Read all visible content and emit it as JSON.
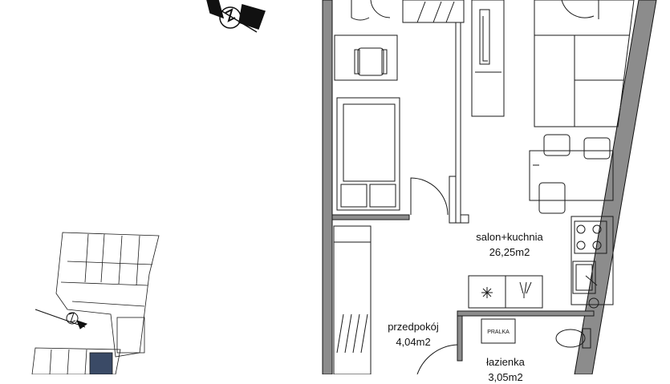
{
  "rooms": {
    "salon": {
      "name": "salon+kuchnia",
      "area": "26,25m2"
    },
    "hall": {
      "name": "przedpokój",
      "area": "4,04m2"
    },
    "bath": {
      "name": "łazienka",
      "area": "3,05m2"
    }
  },
  "appliances": {
    "washer_label": "PRALKA"
  },
  "colors": {
    "wall": "#8c8c8c",
    "line": "#1a1a1a",
    "highlight_unit": "#3a4a66"
  },
  "icons": [
    "compass-icon",
    "compass-small-icon",
    "snowflake-icon",
    "shower-icon"
  ]
}
